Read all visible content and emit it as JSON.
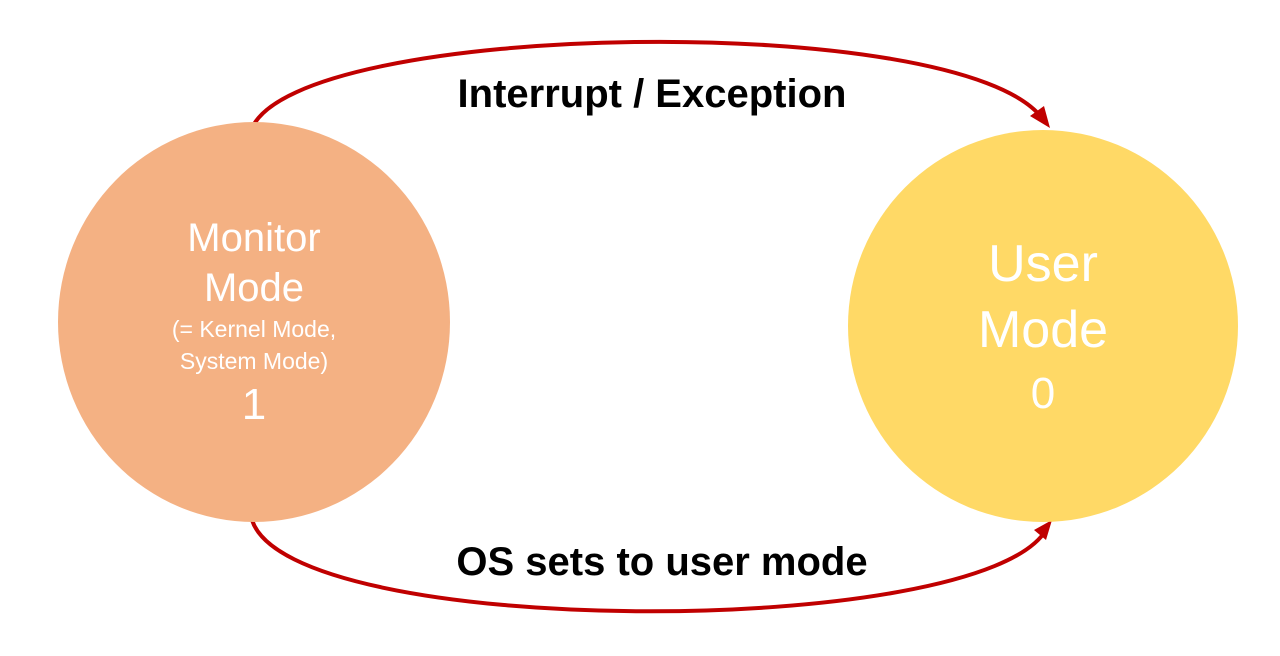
{
  "colors": {
    "background": "#ffffff",
    "arrow": "#c00000",
    "monitor_state_fill": "#f4b183",
    "user_state_fill": "#ffd966",
    "state_text": "#ffffff",
    "label_text": "#000000"
  },
  "states": {
    "monitor": {
      "line1": "Monitor",
      "line2": "Mode",
      "sub1": "(= Kernel Mode,",
      "sub2": "System Mode)",
      "bit": "1"
    },
    "user": {
      "line1": "User",
      "line2": "Mode",
      "bit": "0"
    }
  },
  "transitions": {
    "monitor_to_user_top": "Interrupt / Exception",
    "monitor_to_user_bottom": "OS sets to user mode"
  }
}
